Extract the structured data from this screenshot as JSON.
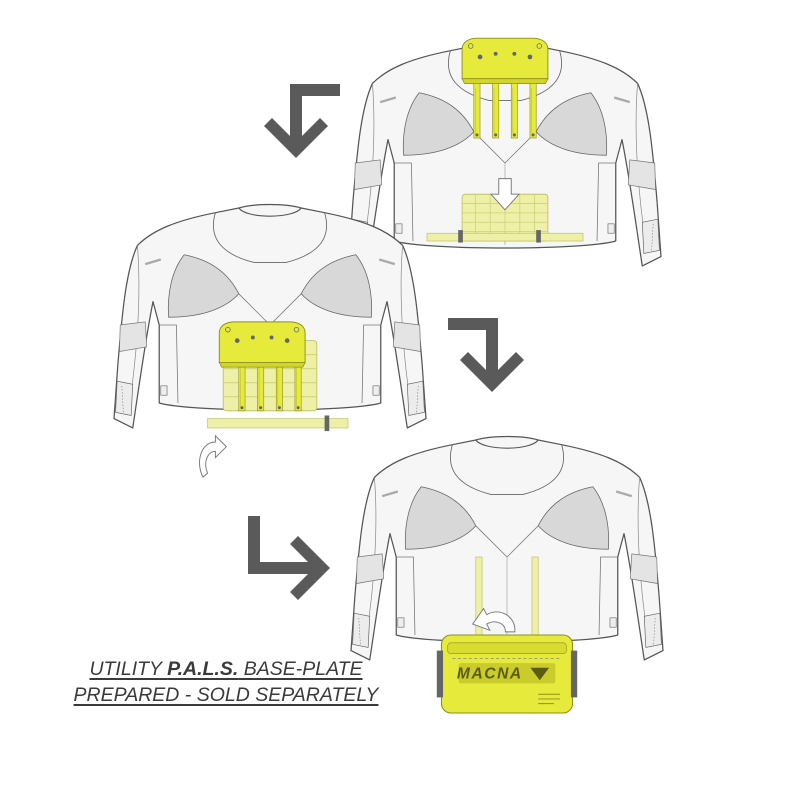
{
  "caption": {
    "line1_pre": "UTILITY ",
    "line1_bold": "P.A.L.S.",
    "line1_post": " BASE-PLATE",
    "line2": "PREPARED - SOLD SEPARATELY"
  },
  "bag_logo": "MACNA",
  "colors": {
    "accent": "#e6ea3a",
    "accent_light": "#eef0a8",
    "outline": "#555555",
    "arrow": "#5a5a5a",
    "jacket": "#f6f6f6",
    "mesh": "#d8d8d8"
  },
  "icons": [
    "arrow-down-left-icon",
    "arrow-down-right-icon",
    "arrow-right-icon"
  ]
}
